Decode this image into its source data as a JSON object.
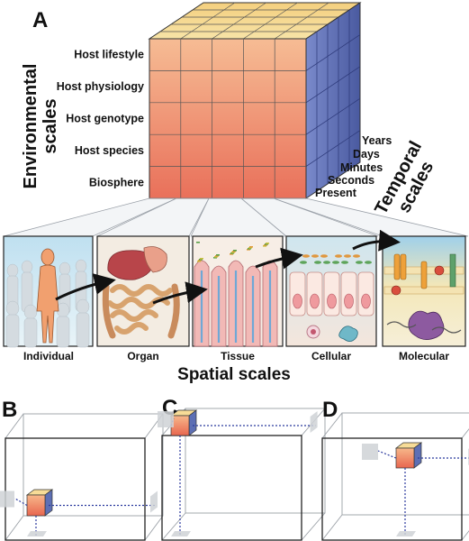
{
  "panel_labels": {
    "a": "A",
    "b": "B",
    "c": "C",
    "d": "D"
  },
  "environmental": {
    "title_line1": "Environmental",
    "title_line2": "scales",
    "levels": [
      "Host lifestyle",
      "Host physiology",
      "Host genotype",
      "Host species",
      "Biosphere"
    ]
  },
  "temporal": {
    "title_line1": "Temporal",
    "title_line2": "scales",
    "levels": [
      "Years",
      "Days",
      "Minutes",
      "Seconds",
      "Present"
    ]
  },
  "spatial": {
    "title": "Spatial scales",
    "levels": [
      "Individual",
      "Organ",
      "Tissue",
      "Cellular",
      "Molecular"
    ]
  },
  "colors": {
    "cube_front_top": "#f6bc94",
    "cube_front_bottom": "#e9705a",
    "cube_top_face": "#f7dc97",
    "cube_side_face": "#5d6fb4",
    "arrow": "#111111",
    "dotted_line": "#2b3a9e"
  }
}
